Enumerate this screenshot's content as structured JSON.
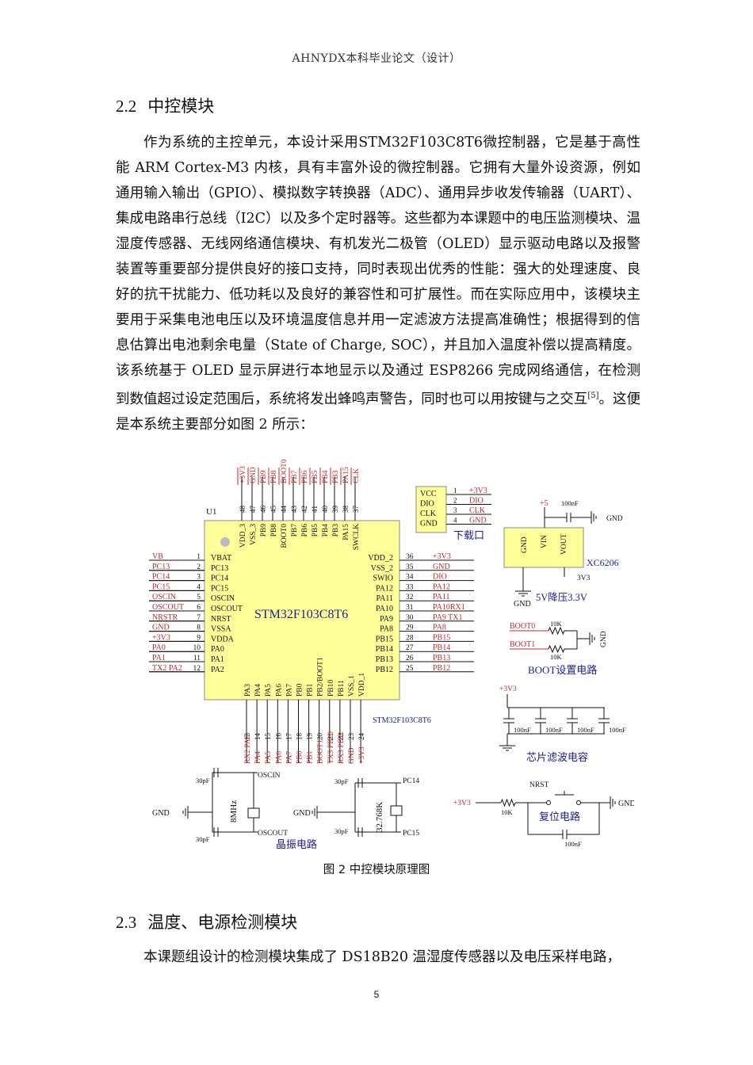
{
  "header": "AHNYDX本科毕业论文（设计）",
  "section_22": {
    "num": "2.2",
    "title": "中控模块"
  },
  "para1": "作为系统的主控单元，本设计采用STM32F103C8T6微控制器，它是基于高性能 ARM Cortex-M3 内核，具有丰富外设的微控制器。它拥有大量外设资源，例如通用输入输出（GPIO）、模拟数字转换器（ADC）、通用异步收发传输器（UART）、集成电路串行总线（I2C）以及多个定时器等。这些都为本课题中的电压监测模块、温湿度传感器、无线网络通信模块、有机发光二极管（OLED）显示驱动电路以及报警装置等重要部分提供良好的接口支持，同时表现出优秀的性能：强大的处理速度、良好的抗干扰能力、低功耗以及良好的兼容性和可扩展性。而在实际应用中，该模块主要用于采集电池电压以及环境温度信息并用一定滤波方法提高准确性；根据得到的信息估算出电池剩余电量（State of Charge, SOC），并且加入温度补偿以提高精度。该系统基于 OLED 显示屏进行本地显示以及通过 ESP8266 完成网络通信，在检测到数值超过设定范围后，系统将发出蜂鸣声警告，同时也可以用按键与之交互",
  "para1_cite": "[5]",
  "para1_tail": "。这便是本系统主要部分如图 2 所示：",
  "figure": {
    "chip_name": "STM32F103C8T6",
    "chip_ref": "U1",
    "chip_sub": "STM32F103C8T6",
    "top_pins": [
      {
        "num": "48",
        "name": "VDD_3",
        "net": "+3V3"
      },
      {
        "num": "47",
        "name": "VSS_3",
        "net": "GND"
      },
      {
        "num": "46",
        "name": "PB9",
        "net": "PB9"
      },
      {
        "num": "45",
        "name": "PB8",
        "net": "PB8"
      },
      {
        "num": "44",
        "name": "BOOT0",
        "net": "BOOT0"
      },
      {
        "num": "43",
        "name": "PB7",
        "net": "PB7"
      },
      {
        "num": "42",
        "name": "PB6",
        "net": "PB6"
      },
      {
        "num": "41",
        "name": "PB5",
        "net": "PB5"
      },
      {
        "num": "40",
        "name": "PB4",
        "net": "PB4"
      },
      {
        "num": "39",
        "name": "PB3",
        "net": "PB3"
      },
      {
        "num": "38",
        "name": "PA15",
        "net": "PA15"
      },
      {
        "num": "37",
        "name": "SWCLK",
        "net": "CLK"
      }
    ],
    "left_pins": [
      {
        "num": "1",
        "name": "VBAT",
        "net": "VB"
      },
      {
        "num": "2",
        "name": "PC13",
        "net": "PC13"
      },
      {
        "num": "3",
        "name": "PC14",
        "net": "PC14"
      },
      {
        "num": "4",
        "name": "PC15",
        "net": "PC15"
      },
      {
        "num": "5",
        "name": "OSCIN",
        "net": "OSCIN"
      },
      {
        "num": "6",
        "name": "OSCOUT",
        "net": "OSCOUT"
      },
      {
        "num": "7",
        "name": "NRST",
        "net": "NRSTR"
      },
      {
        "num": "8",
        "name": "VSSA",
        "net": "GND"
      },
      {
        "num": "9",
        "name": "VDDA",
        "net": "+3V3"
      },
      {
        "num": "10",
        "name": "PA0",
        "net": "PA0"
      },
      {
        "num": "11",
        "name": "PA1",
        "net": "PA1"
      },
      {
        "num": "12",
        "name": "PA2",
        "net": "TX2  PA2"
      }
    ],
    "right_pins": [
      {
        "num": "36",
        "name": "VDD_2",
        "net": "+3V3"
      },
      {
        "num": "35",
        "name": "VSS_2",
        "net": "GND"
      },
      {
        "num": "34",
        "name": "SWIO",
        "net": "DIO"
      },
      {
        "num": "33",
        "name": "PA12",
        "net": "PA12"
      },
      {
        "num": "32",
        "name": "PA11",
        "net": "PA11"
      },
      {
        "num": "31",
        "name": "PA10",
        "net": "PA10RX1"
      },
      {
        "num": "30",
        "name": "PA9",
        "net": "PA9  TX1"
      },
      {
        "num": "29",
        "name": "PA8",
        "net": "PA8"
      },
      {
        "num": "28",
        "name": "PB15",
        "net": "PB15"
      },
      {
        "num": "27",
        "name": "PB14",
        "net": "PB14"
      },
      {
        "num": "26",
        "name": "PB13",
        "net": "PB13"
      },
      {
        "num": "25",
        "name": "PB12",
        "net": "PB12"
      }
    ],
    "bottom_pins": [
      {
        "num": "13",
        "name": "PA3",
        "net": "RX2 PA3"
      },
      {
        "num": "14",
        "name": "PA4",
        "net": "PA4"
      },
      {
        "num": "15",
        "name": "PA5",
        "net": "PA5"
      },
      {
        "num": "16",
        "name": "PA6",
        "net": "PA6"
      },
      {
        "num": "17",
        "name": "PA7",
        "net": "PA7"
      },
      {
        "num": "18",
        "name": "PB0",
        "net": "PB0"
      },
      {
        "num": "19",
        "name": "PB1",
        "net": "PB1"
      },
      {
        "num": "20",
        "name": "PB2/BOOT1",
        "net": "BOOT1"
      },
      {
        "num": "21",
        "name": "PB10",
        "net": "TX3 PB10"
      },
      {
        "num": "22",
        "name": "PB11",
        "net": "RX3 PB11"
      },
      {
        "num": "23",
        "name": "VSS_1",
        "net": "GND"
      },
      {
        "num": "24",
        "name": "VDD_1",
        "net": "+3V3"
      }
    ],
    "download": {
      "pins": [
        {
          "num": "1",
          "name": "VCC",
          "net": "+3V3"
        },
        {
          "num": "2",
          "name": "DIO",
          "net": "DIO"
        },
        {
          "num": "3",
          "name": "CLK",
          "net": "CLK"
        },
        {
          "num": "4",
          "name": "GND",
          "net": "GND"
        }
      ],
      "label": "下载口"
    },
    "regulator": {
      "vin_net": "+5",
      "cap": "100nF",
      "gnd": "GND",
      "pin_gnd": "GND",
      "pin_vin": "VIN",
      "pin_vout": "VOUT",
      "out": "3V3",
      "part": "XC6206",
      "label": "5V降压3.3V"
    },
    "boot": {
      "boot0": "BOOT0",
      "boot1": "BOOT1",
      "r1": "10K",
      "r2": "10K",
      "gnd": "GND",
      "label": "BOOT设置电路"
    },
    "filter": {
      "supply": "+3V3",
      "caps": [
        "100nF",
        "100nF",
        "100nF",
        "100nF"
      ],
      "label": "芯片滤波电容"
    },
    "crystal1": {
      "c1": "30pF",
      "c2": "30pF",
      "oscin": "OSCIN",
      "oscout": "OSCOUT",
      "freq": "8MHz",
      "gnd": "GND"
    },
    "crystal2": {
      "c1": "30pF",
      "c2": "30pF",
      "pc14": "PC14",
      "pc15": "PC15",
      "freq": "32.768K",
      "gnd": "GND"
    },
    "crystal_label": "晶振电路",
    "reset": {
      "supply": "+3V3",
      "r": "10K",
      "nrst": "NRST",
      "cap": "100nF",
      "gnd": "GND",
      "label": "复位电路"
    }
  },
  "caption": "图 2    中控模块原理图",
  "section_23": {
    "num": "2.3",
    "title": "温度、电源检测模块"
  },
  "para2": "本课题组设计的检测模块集成了 DS18B20 温湿度传感器以及电压采样电路，",
  "page_number": "5"
}
